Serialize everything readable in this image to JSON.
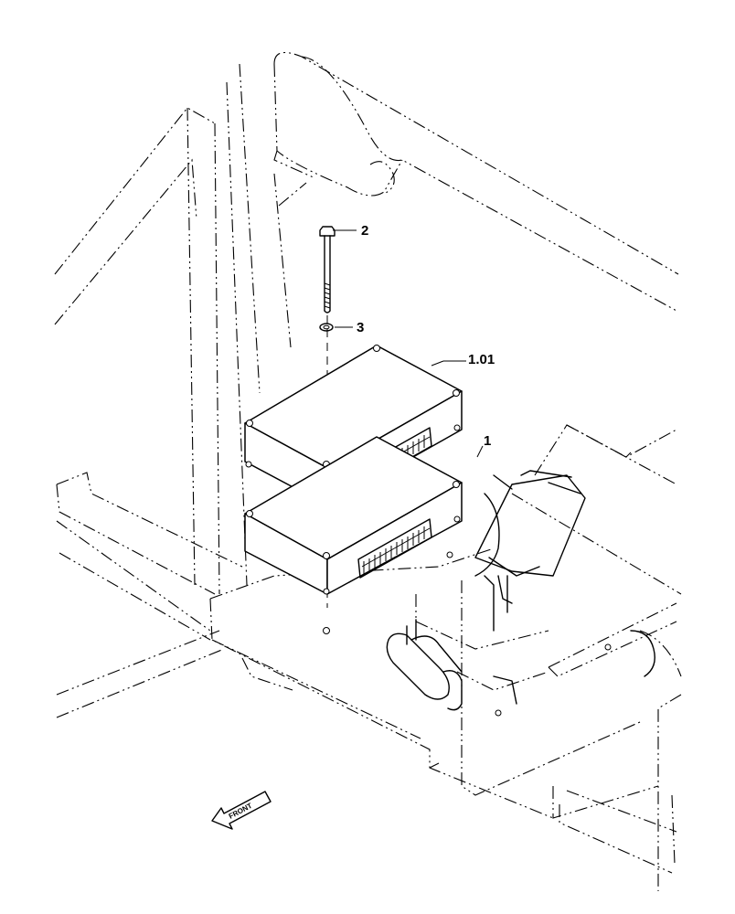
{
  "callouts": {
    "bolt": "2",
    "washer": "3",
    "upper_module": "1.01",
    "lower_module": "1"
  },
  "direction_arrow": {
    "label": "FRONT"
  }
}
